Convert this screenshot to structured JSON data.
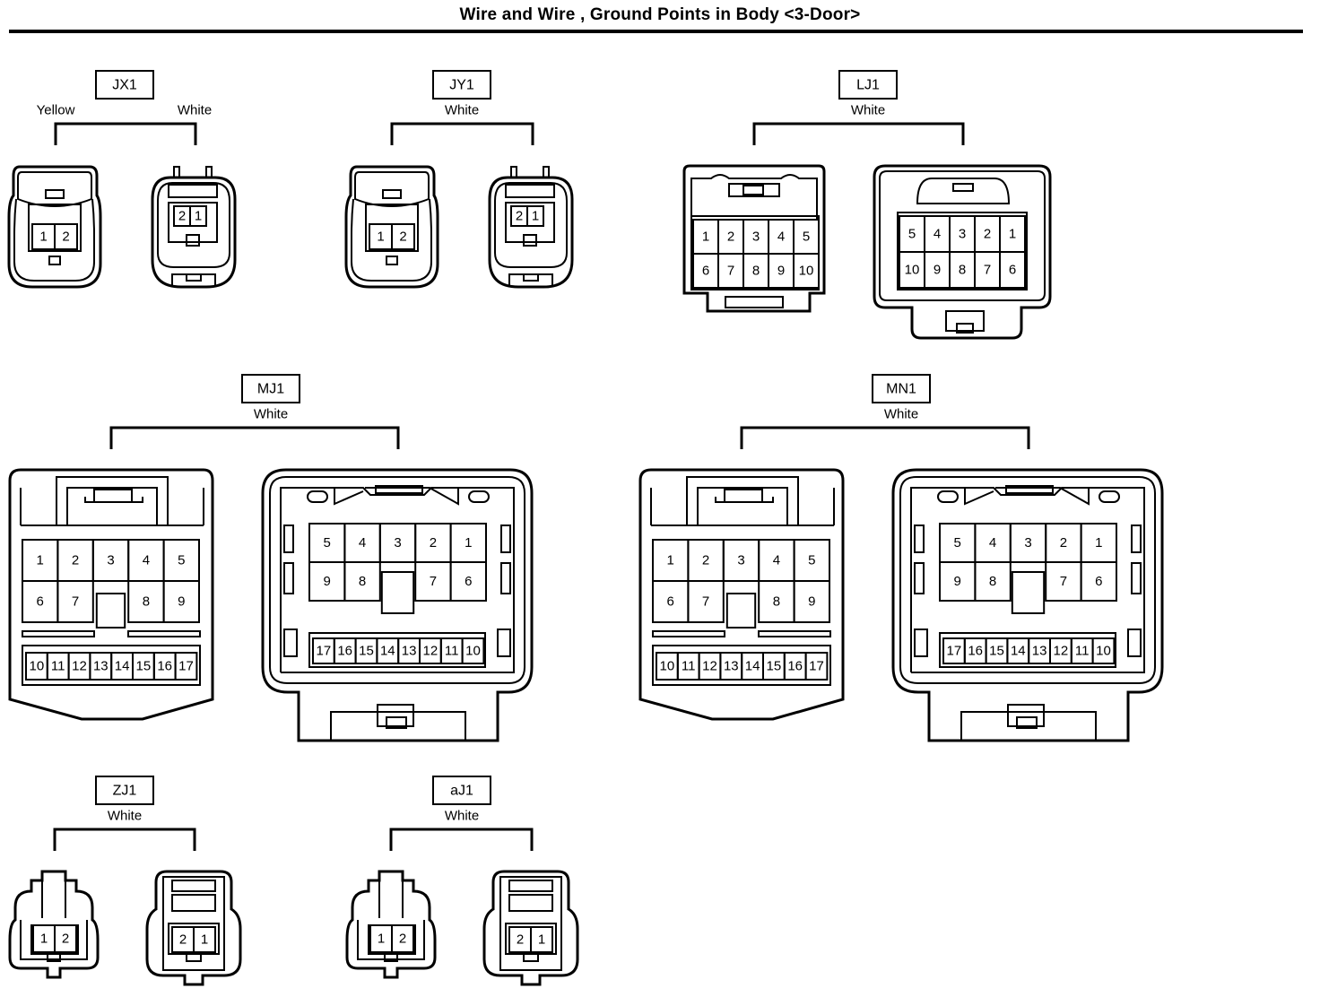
{
  "title": "Wire and Wire , Ground Points in Body <3-Door>",
  "connectors": {
    "JX1": {
      "code": "JX1",
      "colors": [
        "Yellow",
        "White"
      ],
      "left_pins": [
        "1",
        "2"
      ],
      "right_pins": [
        "2",
        "1"
      ]
    },
    "JY1": {
      "code": "JY1",
      "color": "White",
      "left_pins": [
        "1",
        "2"
      ],
      "right_pins": [
        "2",
        "1"
      ]
    },
    "LJ1": {
      "code": "LJ1",
      "color": "White",
      "left_pins": [
        [
          "1",
          "2",
          "3",
          "4",
          "5"
        ],
        [
          "6",
          "7",
          "8",
          "9",
          "10"
        ]
      ],
      "right_pins": [
        [
          "5",
          "4",
          "3",
          "2",
          "1"
        ],
        [
          "10",
          "9",
          "8",
          "7",
          "6"
        ]
      ]
    },
    "MJ1": {
      "code": "MJ1",
      "color": "White",
      "left_pins": {
        "row1": [
          "1",
          "2",
          "3",
          "4",
          "5"
        ],
        "row2": [
          "6",
          "7",
          "8",
          "9"
        ],
        "row3": [
          "10",
          "11",
          "12",
          "13",
          "14",
          "15",
          "16",
          "17"
        ]
      },
      "right_pins": {
        "row1": [
          "5",
          "4",
          "3",
          "2",
          "1"
        ],
        "row2": [
          "9",
          "8",
          "7",
          "6"
        ],
        "row3": [
          "17",
          "16",
          "15",
          "14",
          "13",
          "12",
          "11",
          "10"
        ]
      }
    },
    "MN1": {
      "code": "MN1",
      "color": "White",
      "left_pins": {
        "row1": [
          "1",
          "2",
          "3",
          "4",
          "5"
        ],
        "row2": [
          "6",
          "7",
          "8",
          "9"
        ],
        "row3": [
          "10",
          "11",
          "12",
          "13",
          "14",
          "15",
          "16",
          "17"
        ]
      },
      "right_pins": {
        "row1": [
          "5",
          "4",
          "3",
          "2",
          "1"
        ],
        "row2": [
          "9",
          "8",
          "7",
          "6"
        ],
        "row3": [
          "17",
          "16",
          "15",
          "14",
          "13",
          "12",
          "11",
          "10"
        ]
      }
    },
    "ZJ1": {
      "code": "ZJ1",
      "color": "White",
      "left_pins": [
        "1",
        "2"
      ],
      "right_pins": [
        "2",
        "1"
      ]
    },
    "aJ1": {
      "code": "aJ1",
      "color": "White",
      "left_pins": [
        "1",
        "2"
      ],
      "right_pins": [
        "2",
        "1"
      ]
    }
  }
}
